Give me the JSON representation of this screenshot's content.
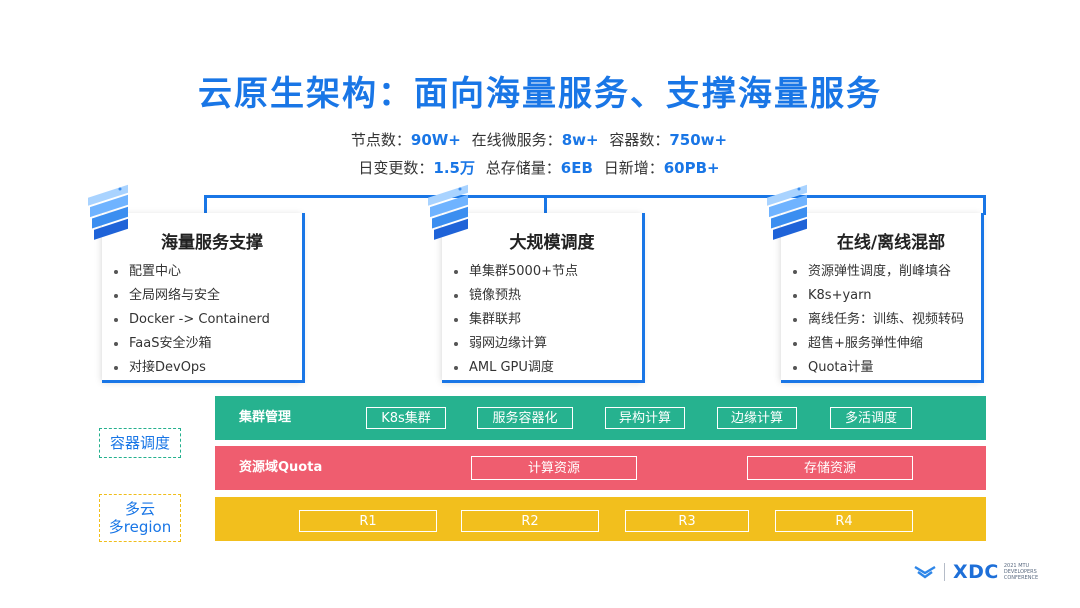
{
  "title": "云原生架构：面向海量服务、支撑海量服务",
  "stats_row1": [
    {
      "label": "节点数：",
      "value": "90W+"
    },
    {
      "label": "在线微服务：",
      "value": "8w+"
    },
    {
      "label": "容器数：",
      "value": "750w+"
    }
  ],
  "stats_row2": [
    {
      "label": "日变更数：",
      "value": "1.5万"
    },
    {
      "label": "总存储量：",
      "value": "6EB"
    },
    {
      "label": "日新增：",
      "value": "60PB+"
    }
  ],
  "cards": [
    {
      "title": "海量服务支撑",
      "items": [
        "配置中心",
        "全局网络与安全",
        "Docker -> Containerd",
        "FaaS安全沙箱",
        "对接DevOps"
      ]
    },
    {
      "title": "大规模调度",
      "items": [
        "单集群5000+节点",
        "镜像预热",
        "集群联邦",
        "弱网边缘计算",
        "AML GPU调度"
      ]
    },
    {
      "title": "在线/离线混部",
      "items": [
        "资源弹性调度，削峰填谷",
        "K8s+yarn",
        "离线任务：训练、视频转码",
        "超售+服务弹性伸缩",
        "Quota计量"
      ]
    }
  ],
  "side_labels": {
    "container": "容器调度",
    "multicloud_line1": "多云",
    "multicloud_line2": "多region"
  },
  "bands": {
    "green": {
      "label": "集群管理",
      "chips": [
        "K8s集群",
        "服务容器化",
        "异构计算",
        "边缘计算",
        "多活调度"
      ]
    },
    "red": {
      "label": "资源域Quota",
      "chips": [
        "计算资源",
        "存储资源"
      ]
    },
    "yellow": {
      "label": "",
      "chips": [
        "R1",
        "R2",
        "R3",
        "R4"
      ]
    }
  },
  "logo": {
    "text": "XDC",
    "small_lines": [
      "2021 MTU",
      "DEVELOPERS",
      "CONFERENCE"
    ]
  },
  "colors": {
    "accent_blue": "#1976e6",
    "band_green": "#26b28f",
    "band_red": "#ef5d6f",
    "band_yellow": "#f2bf1d"
  }
}
